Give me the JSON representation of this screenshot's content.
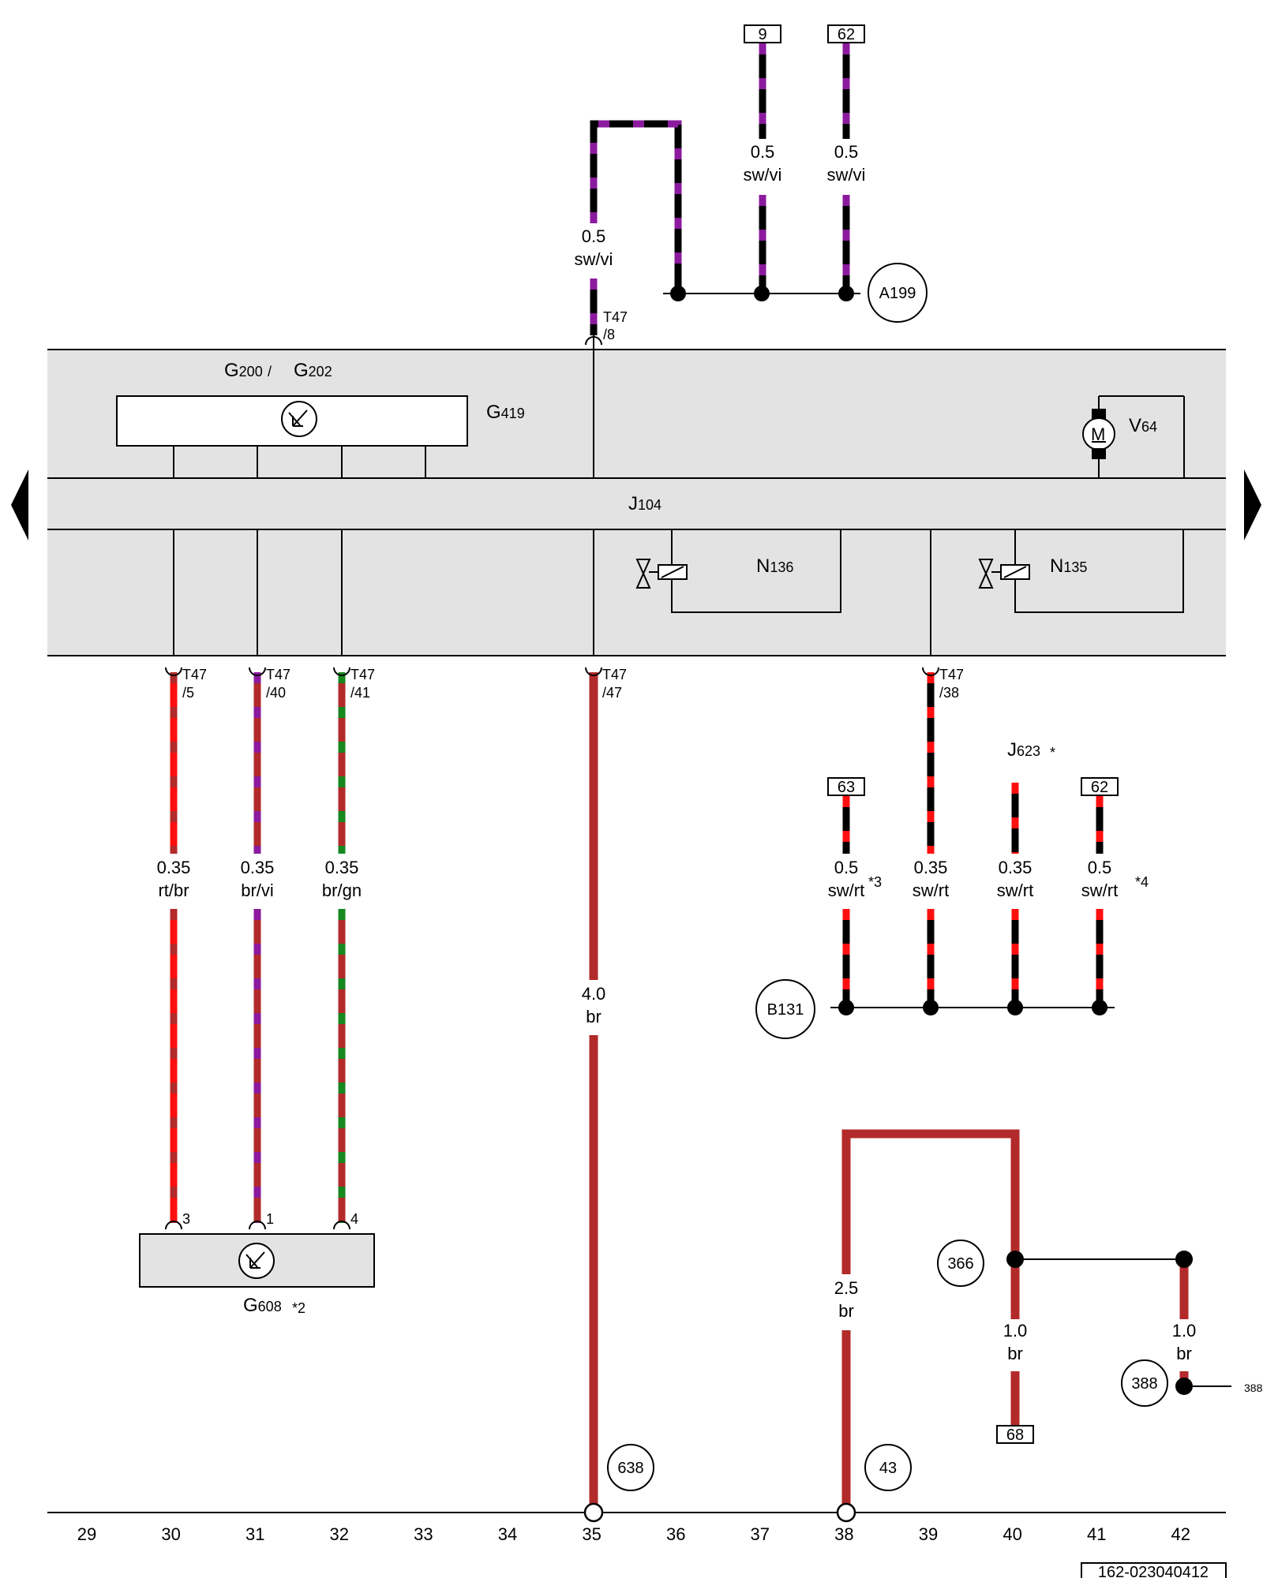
{
  "diagram": {
    "document_id": "162-023040412",
    "columns": [
      "29",
      "30",
      "31",
      "32",
      "33",
      "34",
      "35",
      "36",
      "37",
      "38",
      "39",
      "40",
      "41",
      "42"
    ],
    "colors": {
      "sw": "#000000",
      "vi": "#8b1a9e",
      "rt": "#ff0f0f",
      "br": "#b22a2a",
      "gn": "#17881f",
      "module_fill": "#e3e3e3"
    },
    "components": {
      "g200_g202": {
        "a": "G",
        "a_sub": "200",
        "sep": "/",
        "b": "G",
        "b_sub": "202"
      },
      "g419": {
        "name": "G",
        "sub": "419"
      },
      "v64": {
        "name": "V",
        "sub": "64",
        "motor": "M"
      },
      "j104": {
        "name": "J",
        "sub": "104"
      },
      "n136": {
        "name": "N",
        "sub": "136"
      },
      "n135": {
        "name": "N",
        "sub": "135"
      },
      "j623": {
        "name": "J",
        "sub": "623",
        "note": "*"
      },
      "g608": {
        "name": "G",
        "sub": "608",
        "note": "*2"
      }
    },
    "ground_refs": [
      "A199",
      "B131",
      "366",
      "388",
      "638",
      "43"
    ],
    "right_ref": "388",
    "terminal_boxes": [
      "9",
      "62",
      "63",
      "62",
      "68"
    ],
    "connectors": {
      "t8": [
        "T47",
        "/8"
      ],
      "t5": [
        "T47",
        "/5"
      ],
      "t40": [
        "T47",
        "/40"
      ],
      "t41": [
        "T47",
        "/41"
      ],
      "t47": [
        "T47",
        "/47"
      ],
      "t38": [
        "T47",
        "/38"
      ]
    },
    "pin_numbers": [
      "3",
      "1",
      "4"
    ],
    "wires": {
      "w8": {
        "size": "0.5",
        "color": "sw/vi"
      },
      "w9": {
        "size": "0.5",
        "color": "sw/vi"
      },
      "w62a": {
        "size": "0.5",
        "color": "sw/vi"
      },
      "w5": {
        "size": "0.35",
        "color": "rt/br"
      },
      "w40": {
        "size": "0.35",
        "color": "br/vi"
      },
      "w41": {
        "size": "0.35",
        "color": "br/gn"
      },
      "w47": {
        "size": "4.0",
        "color": "br"
      },
      "w63": {
        "size": "0.5",
        "color": "sw/rt",
        "note": "*3"
      },
      "w38": {
        "size": "0.35",
        "color": "sw/rt"
      },
      "wj623": {
        "size": "0.35",
        "color": "sw/rt"
      },
      "w62b": {
        "size": "0.5",
        "color": "sw/rt",
        "note": "*4"
      },
      "w43": {
        "size": "2.5",
        "color": "br"
      },
      "w366": {
        "size": "1.0",
        "color": "br"
      },
      "w388": {
        "size": "1.0",
        "color": "br"
      }
    }
  }
}
